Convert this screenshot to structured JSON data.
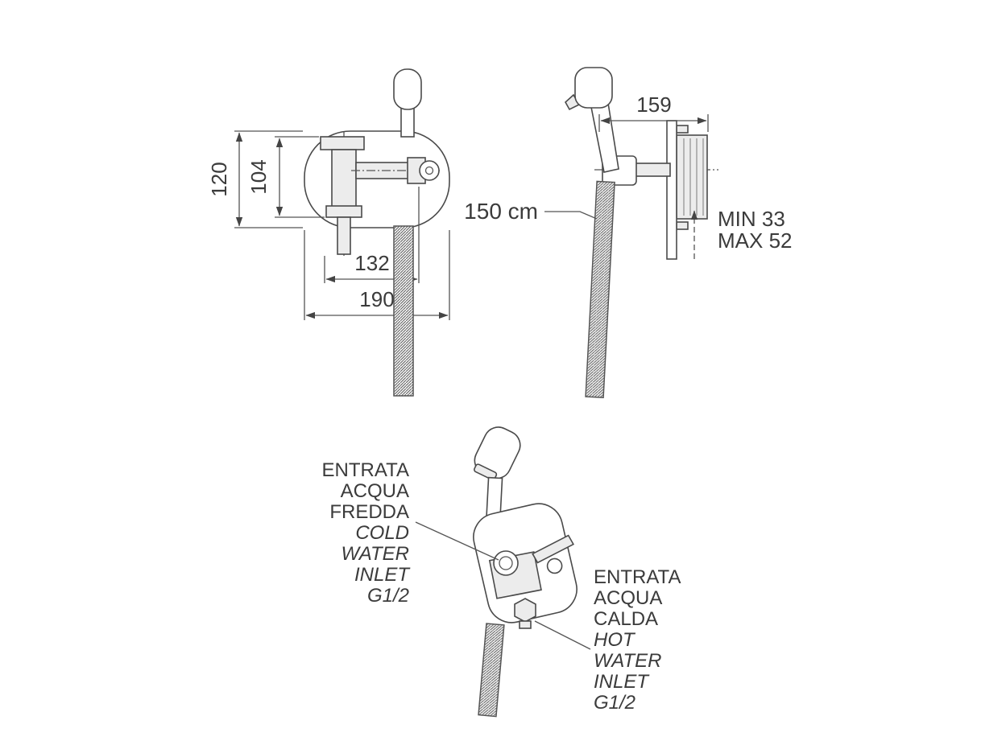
{
  "front_view": {
    "plate_height": "120",
    "body_height": "104",
    "body_width": "132",
    "plate_width": "190"
  },
  "side_view": {
    "overall_depth": "159",
    "hose_length": "150 cm",
    "min_depth": "MIN 33",
    "max_depth": "MAX 52"
  },
  "labels": {
    "cold_lines": [
      "ENTRATA",
      "ACQUA",
      "FREDDA",
      "COLD",
      "WATER",
      "INLET",
      "G1/2"
    ],
    "hot_lines": [
      "ENTRATA",
      "ACQUA",
      "CALDA",
      "HOT",
      "WATER",
      "INLET",
      "G1/2"
    ]
  }
}
